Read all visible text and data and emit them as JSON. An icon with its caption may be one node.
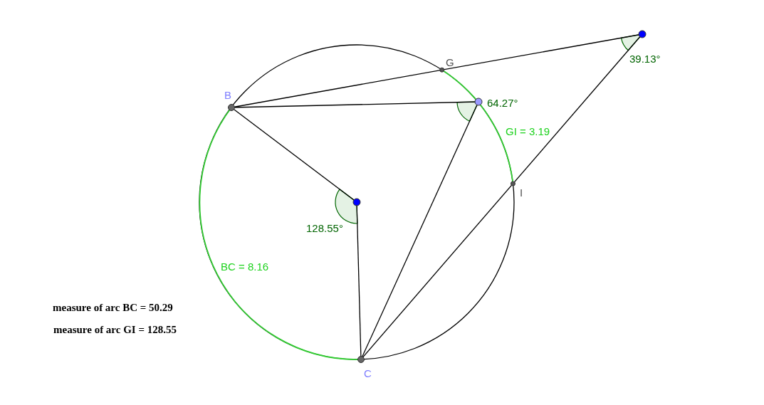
{
  "diagram": {
    "labels": [
      "39.13°",
      "G",
      "B",
      "64.27°",
      "GI = 3.19",
      "I",
      "128.55°",
      "BC = 8.16",
      "measure of arc BC = 50.29",
      "measure of arc GI = 128.55",
      "C"
    ]
  }
}
